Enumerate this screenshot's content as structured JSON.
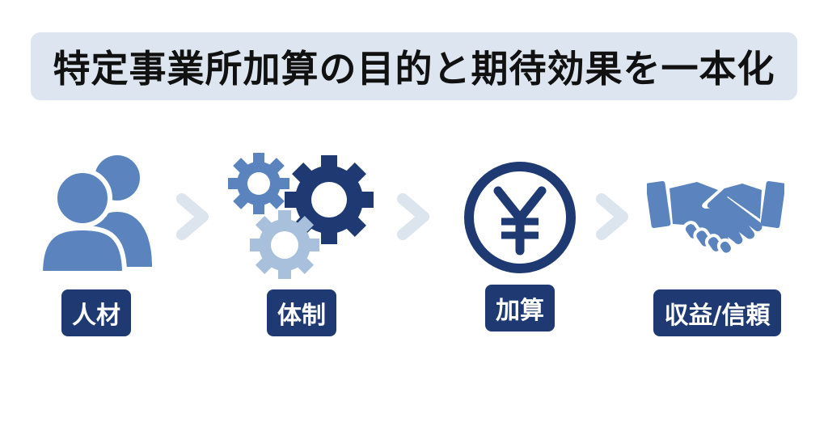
{
  "title": "特定事業所加算の目的と期待効果を一本化",
  "steps": [
    {
      "label": "人材",
      "icon": "people-icon"
    },
    {
      "label": "体制",
      "icon": "gears-icon"
    },
    {
      "label": "加算",
      "icon": "yen-coin-icon"
    },
    {
      "label": "収益/信頼",
      "icon": "handshake-icon"
    }
  ],
  "colors": {
    "navy": "#1f3a72",
    "mid_blue": "#5b84bf",
    "light_blue": "#a8c0dc",
    "chevron": "#dce4ee",
    "title_bg": "#dde6f0"
  }
}
